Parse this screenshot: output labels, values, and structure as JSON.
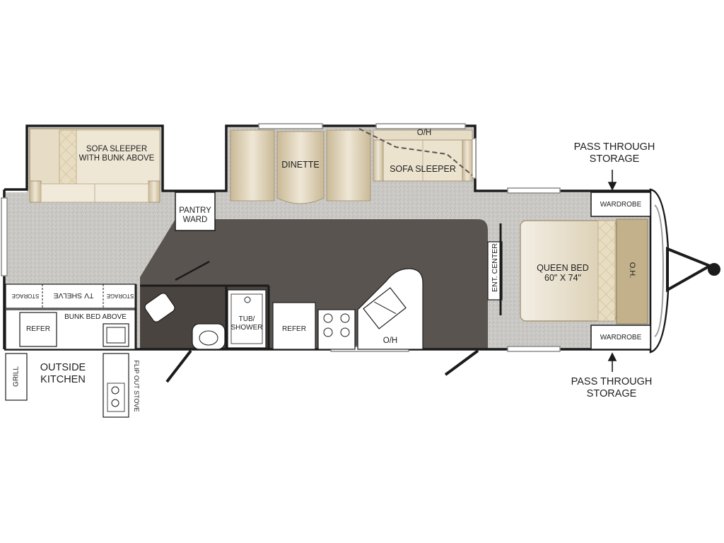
{
  "floorplan": {
    "labels": {
      "sofa_sleeper_bunk": "SOFA SLEEPER\nWITH BUNK ABOVE",
      "dinette": "DINETTE",
      "oh_top": "O/H",
      "sofa_sleeper": "SOFA SLEEPER",
      "pass_through_top": "PASS THROUGH\nSTORAGE",
      "wardrobe_top": "WARDROBE",
      "pantry_ward": "PANTRY\nWARD",
      "ent_center": "ENT. CENTER",
      "queen_bed": "QUEEN BED\n60\" X 74\"",
      "oh_bed": "O.H.",
      "storage_left": "STORAGE",
      "tv_shelve": "TV SHELVE",
      "storage_right": "STORAGE",
      "bunk_bed_above": "BUNK BED ABOVE",
      "refer_left": "REFER",
      "tub_shower": "TUB/\nSHOWER",
      "refer_kitchen": "REFER",
      "oh_kitchen": "O/H",
      "wardrobe_bottom": "WARDROBE",
      "pass_through_bottom": "PASS THROUGH\nSTORAGE",
      "outside_kitchen": "OUTSIDE\nKITCHEN",
      "grill": "GRILL",
      "flip_out_stove": "FLIP OUT STOVE"
    },
    "colors": {
      "wall": "#1b1b1b",
      "carpet": "#c9c7c3",
      "floor": "#5a5450",
      "furniture": "#e6dcc6",
      "furniture_dark": "#b8ab8c"
    }
  }
}
